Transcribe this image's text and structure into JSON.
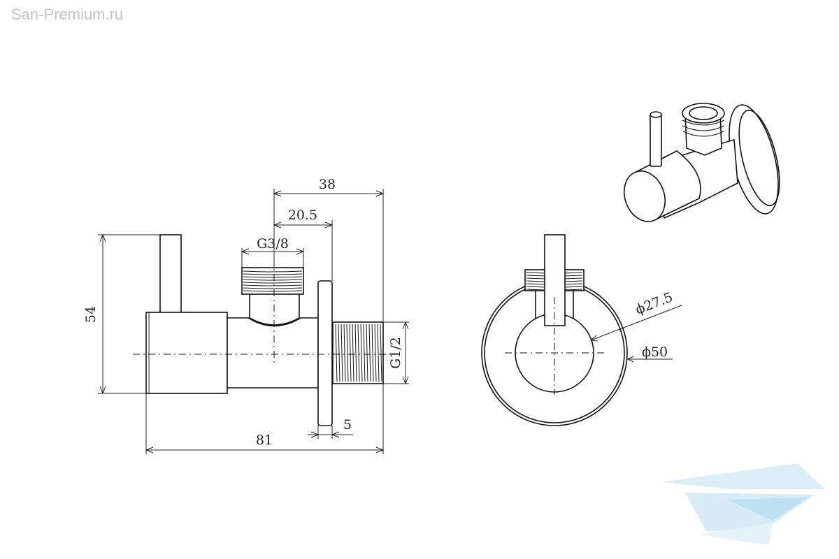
{
  "watermark": "San-Premium.ru",
  "dimensions": {
    "height": "54",
    "total_length": "81",
    "outlet_offset": "38",
    "inlet_offset": "20.5",
    "inlet_thread": "G3/8",
    "outlet_thread": "G1/2",
    "flange_thickness": "5",
    "handle_diameter": "ϕ27.5",
    "flange_diameter": "ϕ50"
  },
  "colors": {
    "line": "#111111",
    "logo_light": "#d6ecf7",
    "logo_mid": "#b3dcf0"
  }
}
